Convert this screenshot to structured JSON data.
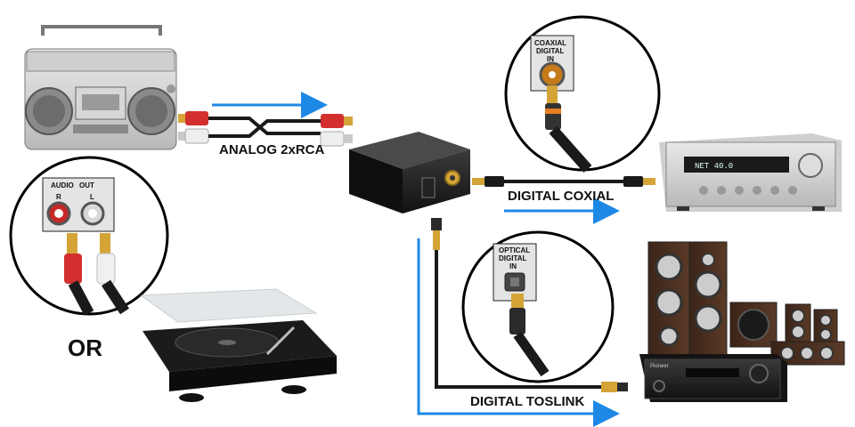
{
  "labels": {
    "analog": "ANALOG 2xRCA",
    "digital_coax": "DIGITAL COXIAL",
    "digital_toslink": "DIGITAL TOSLINK",
    "or": "OR"
  },
  "audio_out_panel": {
    "title_left": "AUDIO",
    "title_right": "OUT",
    "r": "R",
    "l": "L"
  },
  "coaxial_panel": {
    "line1": "COAXIAL",
    "line2": "DIGITAL",
    "line3": "IN"
  },
  "optical_panel": {
    "line1": "OPTICAL",
    "line2": "DIGITAL",
    "line3": "IN"
  },
  "receiver": {
    "display": "NET    40.0"
  },
  "av_receiver": {
    "brand": "Pioneer"
  },
  "colors": {
    "arrow_blue": "#1e88e5",
    "rca_red": "#d32f2f",
    "rca_white": "#e8e8e8",
    "cable_black": "#1a1a1a",
    "gold": "#d4a437"
  }
}
